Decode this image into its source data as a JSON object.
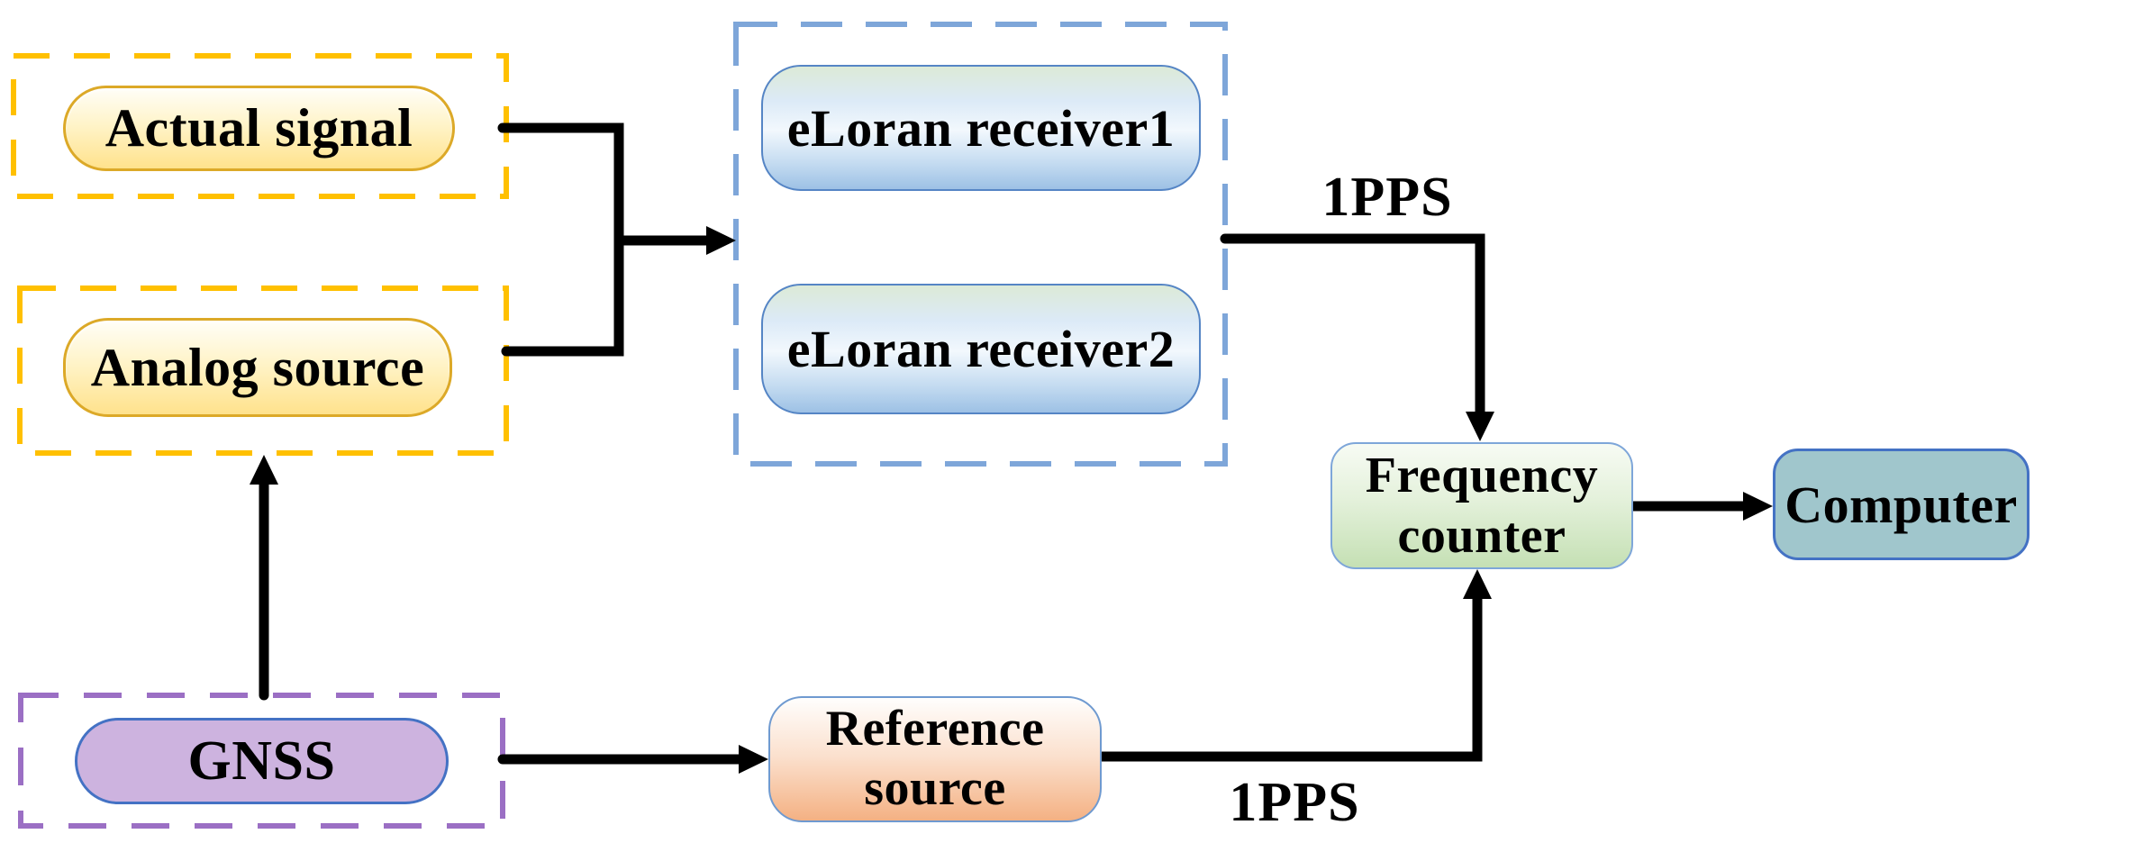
{
  "nodes": {
    "actual_signal": {
      "label": "Actual signal"
    },
    "analog_source": {
      "label": "Analog source"
    },
    "gnss": {
      "label": "GNSS"
    },
    "eloran_receiver1": {
      "label": "eLoran receiver1"
    },
    "eloran_receiver2": {
      "label": "eLoran receiver2"
    },
    "reference_source": {
      "line1": "Reference",
      "line2": "source"
    },
    "frequency_counter": {
      "line1": "Frequency",
      "line2": "counter"
    },
    "computer": {
      "label": "Computer"
    }
  },
  "edge_labels": {
    "pps_top": "1PPS",
    "pps_bottom": "1PPS"
  },
  "edges": [
    {
      "from": "actual_signal",
      "to": "eloran_receiver_group",
      "label": ""
    },
    {
      "from": "analog_source",
      "to": "eloran_receiver_group",
      "label": ""
    },
    {
      "from": "eloran_receiver_group",
      "to": "frequency_counter",
      "label": "1PPS"
    },
    {
      "from": "gnss",
      "to": "analog_source",
      "label": ""
    },
    {
      "from": "gnss",
      "to": "reference_source",
      "label": ""
    },
    {
      "from": "reference_source",
      "to": "frequency_counter",
      "label": "1PPS"
    },
    {
      "from": "frequency_counter",
      "to": "computer",
      "label": ""
    }
  ],
  "colors": {
    "yellow_dash": "#FFC000",
    "purple_dash": "#9B6FC4",
    "blue_dash": "#7EA6D9",
    "yellow_fill_bottom": "#FFE28C",
    "yellow_border": "#DCA928",
    "blue_fill_top": "#A9CBE9",
    "blue_border": "#5585C5",
    "gnss_fill": "#CDB3DF",
    "peach_fill_bottom": "#F4B183",
    "green_fill_bottom": "#C5E0B4",
    "teal_fill": "#A0C6CC",
    "node_border_blue": "#4472C4",
    "edge_color": "#000000"
  }
}
